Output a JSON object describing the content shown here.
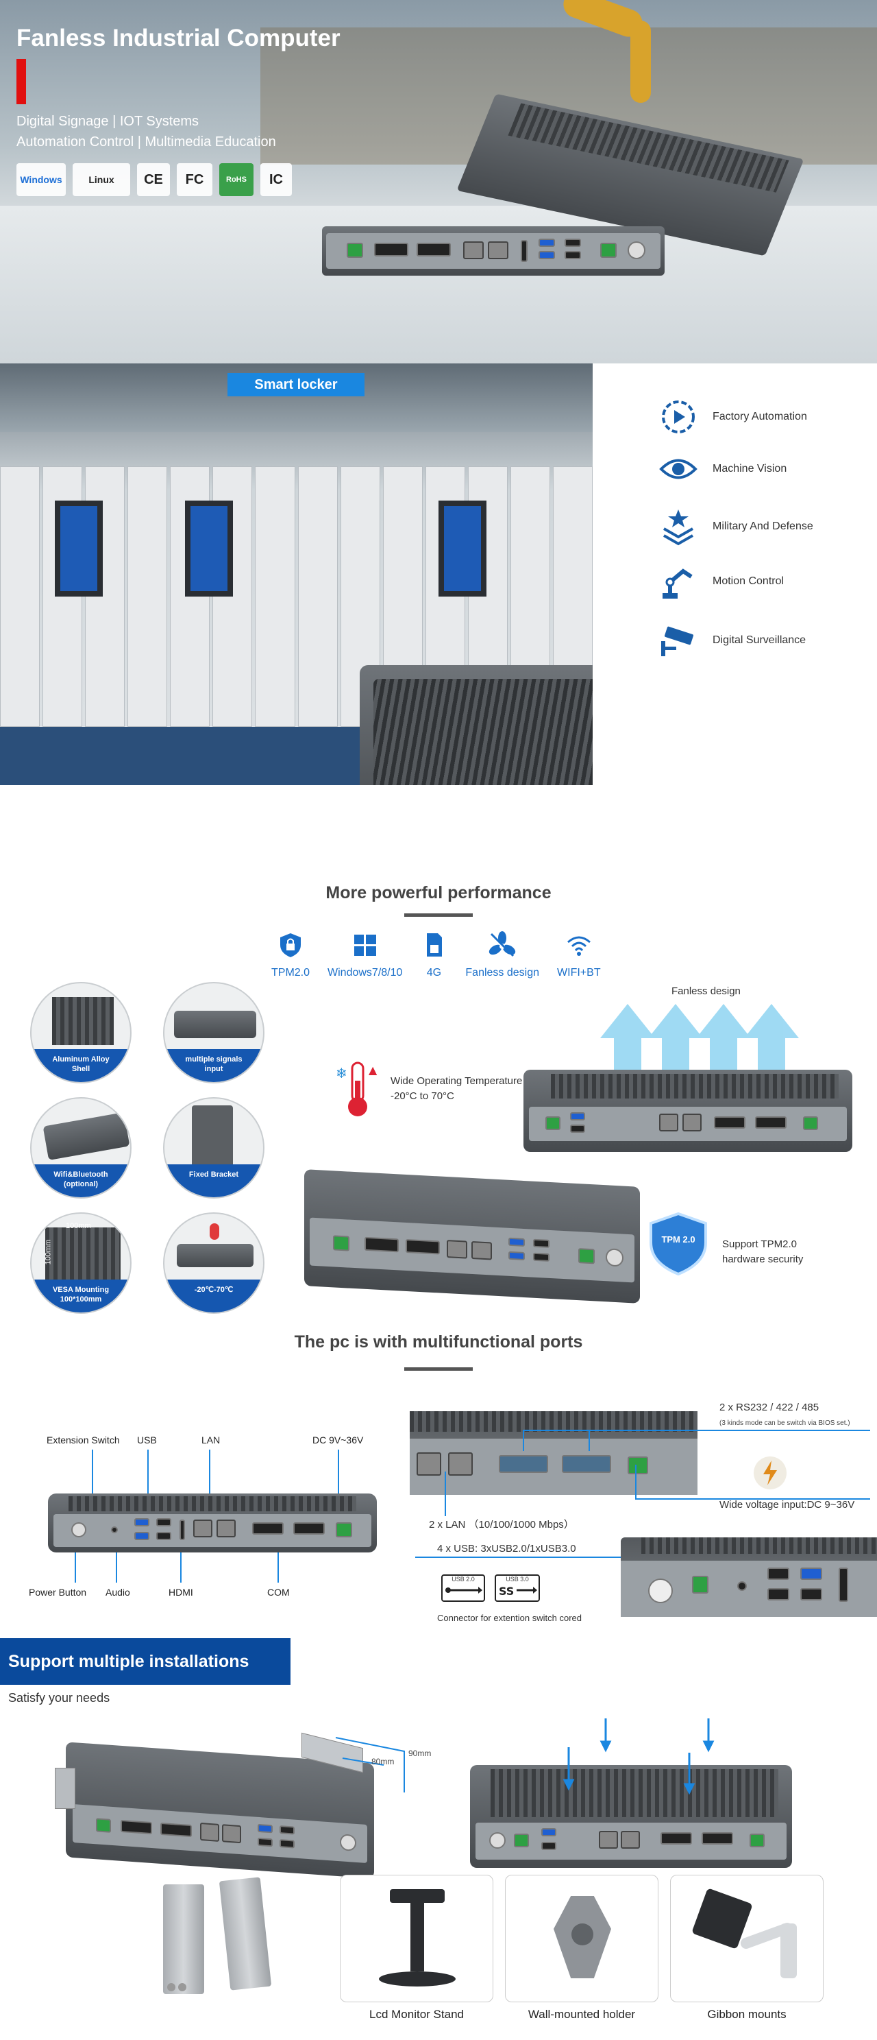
{
  "hero": {
    "title": "Fanless Industrial Computer",
    "line1": "Digital Signage  |  IOT Systems",
    "line2": "Automation Control  |  Multimedia Education",
    "logos": [
      "Windows",
      "Linux",
      "CE",
      "FC",
      "RoHS",
      "IC"
    ]
  },
  "locker": {
    "label": "Smart locker"
  },
  "applications": [
    {
      "icon": "gear-play-icon",
      "label": "Factory Automation"
    },
    {
      "icon": "eye-icon",
      "label": "Machine Vision"
    },
    {
      "icon": "star-chevron-icon",
      "label": "Military And Defense"
    },
    {
      "icon": "robot-arm-icon",
      "label": "Motion Control"
    },
    {
      "icon": "cctv-camera-icon",
      "label": "Digital Surveillance"
    }
  ],
  "performance": {
    "heading": "More powerful performance",
    "icons": [
      {
        "icon": "lock-icon",
        "label": "TPM2.0"
      },
      {
        "icon": "windows-icon",
        "label": "Windows7/8/10"
      },
      {
        "icon": "sim-card-icon",
        "label": "4G"
      },
      {
        "icon": "fan-icon",
        "label": "Fanless design"
      },
      {
        "icon": "wifi-icon",
        "label": "WIFI+BT"
      }
    ],
    "circles": [
      {
        "caption": "Aluminum Alloy\nShell"
      },
      {
        "caption": "multiple signals\ninput"
      },
      {
        "caption": "Wifi&Bluetooth\n(optional)"
      },
      {
        "caption": "Fixed Bracket"
      },
      {
        "caption": "VESA Mounting\n100*100mm",
        "dim1": "100mm",
        "dim2": "100mm"
      },
      {
        "caption": "-20℃-70℃"
      }
    ],
    "fanless_label": "Fanless design",
    "temp_line1": "Wide Operating Temperature",
    "temp_line2": "-20°C to 70°C",
    "tpm_line1": "Support TPM2.0",
    "tpm_line2": "hardware security",
    "tpm_badge": "TPM 2.0"
  },
  "ports": {
    "heading": "The pc is with multifunctional ports",
    "top_labels": [
      "Extension Switch",
      "USB",
      "LAN",
      "DC 9V~36V"
    ],
    "bottom_labels": [
      "Power Button",
      "Audio",
      "HDMI",
      "COM"
    ],
    "rs_label": "2 x RS232 / 422 / 485",
    "rs_note": "(3 kinds mode can be switch via BIOS set.)",
    "lan_label": "2 x LAN （10/100/1000 Mbps）",
    "voltage_label": "Wide voltage input:DC 9~36V",
    "usb_label": "4 x USB: 3xUSB2.0/1xUSB3.0",
    "usb2": "USB 2.0",
    "usb3": "USB 3.0",
    "connector_label": "Connector for extention switch cored"
  },
  "install": {
    "banner": "Support multiple installations",
    "subtitle": "Satisfy your needs",
    "dim_a": "80mm",
    "dim_b": "90mm",
    "mounts": [
      "Lcd Monitor Stand",
      "Wall-mounted holder",
      "Gibbon mounts"
    ]
  }
}
